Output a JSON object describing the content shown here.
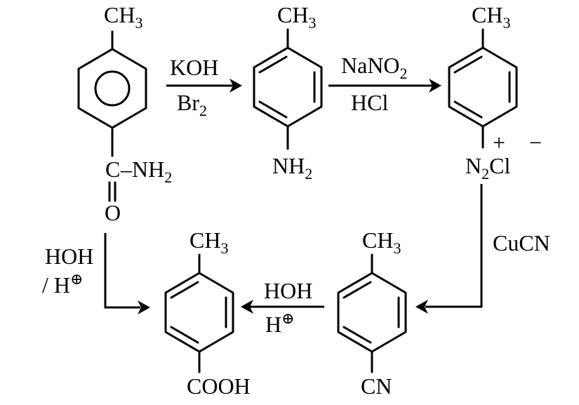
{
  "compounds": {
    "amide": {
      "methyl": [
        "CH",
        "3"
      ],
      "carbon": "C",
      "dash_nh2": [
        "–NH",
        "2"
      ],
      "oxygen": "O"
    },
    "aniline": {
      "methyl": [
        "CH",
        "3"
      ],
      "amine": [
        "NH",
        "2"
      ]
    },
    "diazonium": {
      "methyl": [
        "CH",
        "3"
      ],
      "n": "N",
      "n_sub": "2",
      "n_charge": "+",
      "cl": "Cl",
      "cl_charge": "−"
    },
    "nitrile": {
      "methyl": [
        "CH",
        "3"
      ],
      "group": "CN"
    },
    "acid": {
      "methyl": [
        "CH",
        "3"
      ],
      "group": "COOH"
    }
  },
  "reagents": {
    "hofmann": {
      "top": "KOH",
      "bottom": [
        "Br",
        "2"
      ]
    },
    "diazotization": {
      "top": [
        "NaNO",
        "2"
      ],
      "bottom": "HCl"
    },
    "sandmeyer": {
      "label": "CuCN"
    },
    "nitrile_hydrolysis": {
      "top": "HOH",
      "bottom": "H",
      "bottom_sup": "⊕"
    },
    "amide_hydrolysis": {
      "top": "HOH",
      "bottom": "/ H",
      "bottom_sup": "⊕"
    }
  }
}
